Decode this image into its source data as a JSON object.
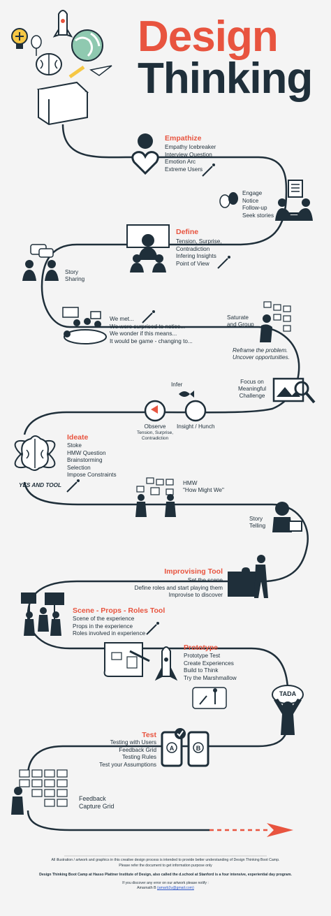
{
  "title": {
    "line1": "Design",
    "line2": "Thinking"
  },
  "colors": {
    "accent": "#e8543f",
    "dark": "#1f2f3a",
    "background": "#f4f4f4",
    "link": "#2a55c9"
  },
  "empathize": {
    "title": "Empathize",
    "items": [
      "Empathy Icebreaker",
      "Interview Question",
      "Emotion Arc",
      "Extreme Users"
    ]
  },
  "engage": {
    "items": [
      "Engage",
      "Notice",
      "Follow-up",
      "Seek stories"
    ]
  },
  "define": {
    "title": "Define",
    "items": [
      "Tension, Surprise,",
      "Contradiction",
      "Infering Insights",
      "Point of View"
    ]
  },
  "story_sharing": {
    "line1": "Story",
    "line2": "Sharing"
  },
  "we_met": {
    "items": [
      "We met...",
      "We were surprised to notice...",
      "We wonder if this means...",
      "It would be game - changing to..."
    ]
  },
  "saturate": {
    "line1": "Saturate",
    "line2": "and Group"
  },
  "reframe": {
    "line1": "Reframe the problem.",
    "line2": "Uncover opportunities."
  },
  "focus": {
    "line1": "Focus on",
    "line2": "Meaningful",
    "line3": "Challenge"
  },
  "infer": "Infer",
  "observe": {
    "title": "Observe",
    "sub1": "Tension, Surprise,",
    "sub2": "Contradiction"
  },
  "insight": "Insight / Hunch",
  "ideate": {
    "title": "Ideate",
    "items": [
      "Stoke",
      "HMW Question",
      "Brainstorming",
      "Selection",
      "Impose Constraints"
    ]
  },
  "yes_and_tool": "YES AND TOOL",
  "hmw": {
    "line1": "HMW",
    "line2": "\"How Might We\""
  },
  "story_telling": {
    "line1": "Story",
    "line2": "Telling"
  },
  "improvising": {
    "title": "Improvising Tool",
    "items": [
      "Set the scene",
      "Define roles and start playing them",
      "Improvise to discover"
    ]
  },
  "scene": {
    "title": "Scene - Props - Roles Tool",
    "items": [
      "Scene of the experience",
      "Props in the experience",
      "Roles involved in experience"
    ]
  },
  "prototype": {
    "title": "Prototype",
    "items": [
      "Prototype Test",
      "Create Experiences",
      "Build to Think",
      "Try the Marshmallow"
    ]
  },
  "tada": "TADA",
  "test": {
    "title": "Test",
    "items": [
      "Testing with Users",
      "Feedback Grid",
      "Testing Rules",
      "Test your Assumptions"
    ]
  },
  "phone_labels": {
    "a": "A",
    "b": "B"
  },
  "feedback": {
    "line1": "Feedback",
    "line2": "Capture Grid"
  },
  "footer": {
    "line1": "All illustration / artwork and graphics in this creative design process is intended to provide better understanding of Design Thinking Boot Camp.",
    "line2": "Please refer the document to get information purpose only",
    "line3": "Design Thinking Boot Camp at Hasso Plattner Institute of Design, also called the d.school at Stanford is a four intensive, experiential day program.",
    "line4": "If you discover any error on our artwork please notify :",
    "line5": "Amarnath B",
    "email": "(amarb2u@gmail.com)"
  }
}
